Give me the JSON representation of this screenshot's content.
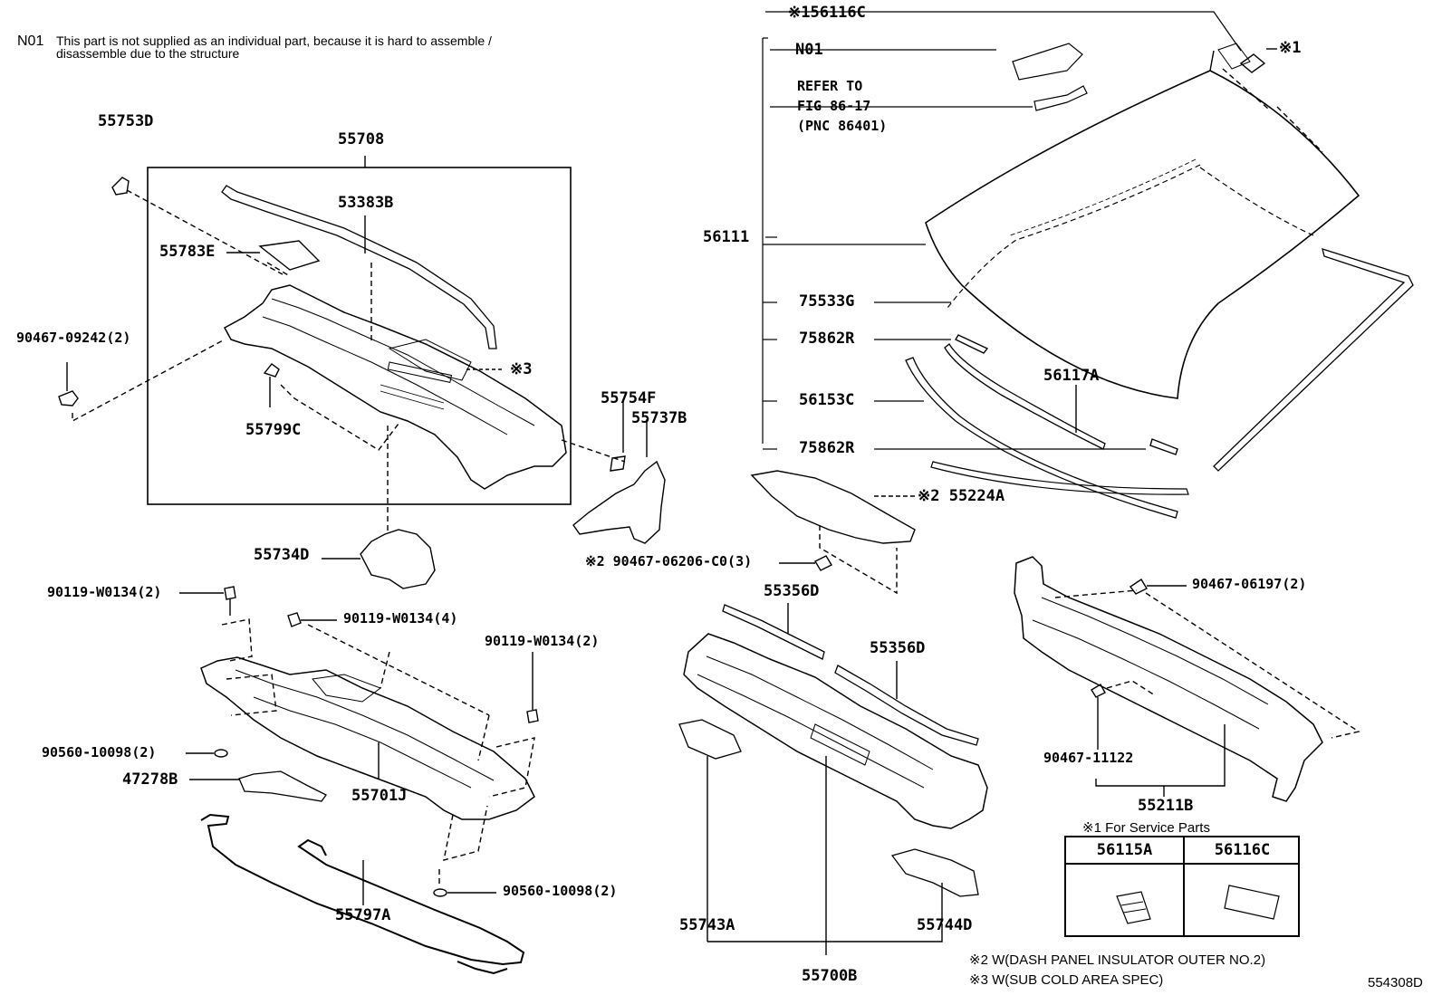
{
  "header_note": {
    "code": "N01",
    "text_line1": "This part is not supplied as an individual part, because it is hard to assemble /",
    "text_line2": "disassemble due to the structure"
  },
  "labels": {
    "p55753D": "55753D",
    "p55708": "55708",
    "p53383B": "53383B",
    "p55783E": "55783E",
    "p90467_09242": "90467-09242(2)",
    "pref3": "※3",
    "p55799C": "55799C",
    "p55754F": "55754F",
    "p55737B": "55737B",
    "p55734D": "55734D",
    "p90119_a": "90119-W0134(2)",
    "p90119_b": "90119-W0134(4)",
    "p90119_c": "90119-W0134(2)",
    "p90560_a": "90560-10098(2)",
    "p47278B": "47278B",
    "p55701J": "55701J",
    "p55797A": "55797A",
    "p90560_b": "90560-10098(2)",
    "p56116C_top": "※156116C",
    "pN01": "N01",
    "refer1": "REFER TO",
    "refer2": "FIG 86-17",
    "refer3": "(PNC 86401)",
    "pref1": "※1",
    "p56111": "56111",
    "p75533G": "75533G",
    "p75862R_a": "75862R",
    "p56153C": "56153C",
    "p56117A": "56117A",
    "p75862R_b": "75862R",
    "p55224A": "※2 55224A",
    "p90467_06206": "※2 90467-06206-C0(3)",
    "p55356D_a": "55356D",
    "p55356D_b": "55356D",
    "p90467_06197": "90467-06197(2)",
    "p90467_11122": "90467-11122",
    "p55211B": "55211B",
    "p55743A": "55743A",
    "p55744D": "55744D",
    "p55700B": "55700B"
  },
  "service_parts": {
    "title": "※1 For Service Parts",
    "col1": "56115A",
    "col2": "56116C"
  },
  "footnotes": {
    "n2": "※2 W(DASH PANEL INSULATOR OUTER NO.2)",
    "n3": "※3 W(SUB COLD AREA SPEC)"
  },
  "figure_id": "554308D"
}
